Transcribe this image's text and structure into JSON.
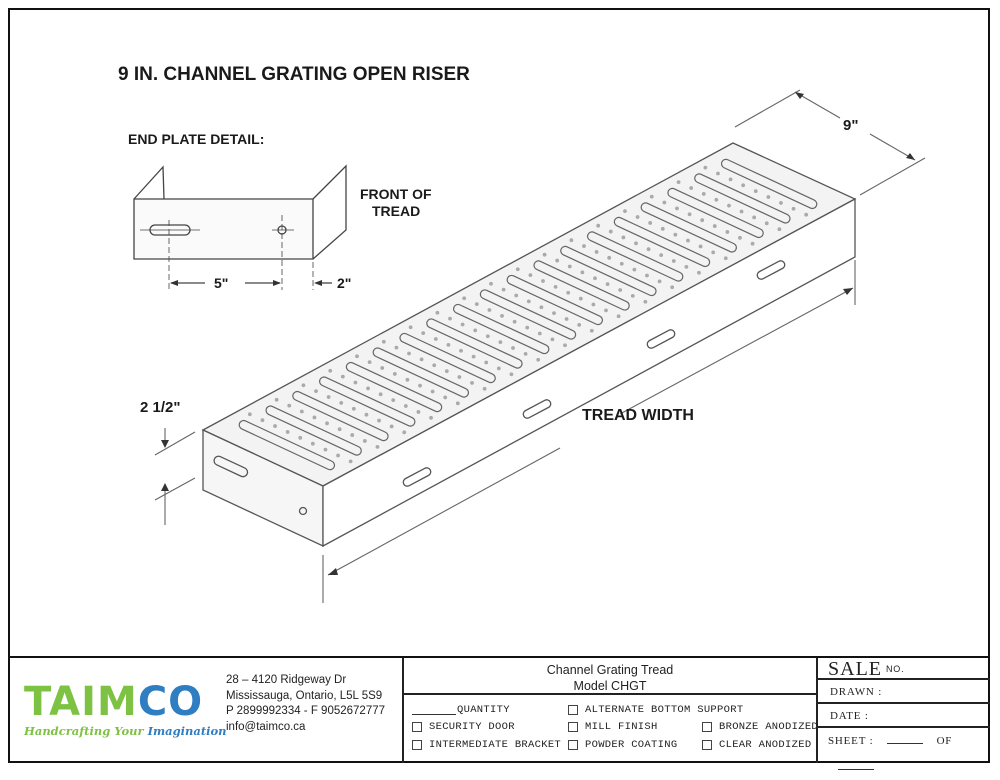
{
  "drawing": {
    "title": "9 IN. CHANNEL GRATING OPEN RISER",
    "end_plate_label": "END PLATE DETAIL:",
    "front_of_tread_line1": "FRONT OF",
    "front_of_tread_line2": "TREAD",
    "dim_5": "5\"",
    "dim_2": "2\"",
    "dim_9": "9\"",
    "dim_height": "2 1/2\"",
    "tread_width": "TREAD WIDTH"
  },
  "company": {
    "logo_part1": "TAIM",
    "logo_part2": "CO",
    "tagline_part1": "Handcrafting Your",
    "tagline_part2": "Imagination",
    "green": "#7dc242",
    "blue": "#2f7ec1",
    "address_line1": "28 – 4120 Ridgeway Dr",
    "address_line2": "Mississauga, Ontario, L5L 5S9",
    "phone_fax": "P 2899992334 - F 9052672777",
    "email": "info@taimco.ca"
  },
  "product": {
    "name": "Channel Grating Tread",
    "model": "Model CHGT"
  },
  "options": {
    "quantity_label": "QUANTITY",
    "alternate_bottom_support": "ALTERNATE BOTTOM SUPPORT",
    "security_door": "SECURITY DOOR",
    "mill_finish": "MILL FINISH",
    "bronze_anodized": "BRONZE ANODIZED",
    "intermediate_bracket": "INTERMEDIATE BRACKET",
    "powder_coating": "POWDER COATING",
    "clear_anodized": "CLEAR ANODIZED"
  },
  "sheet_info": {
    "sale": "SALE",
    "no": "NO.",
    "drawn": "DRAWN :",
    "date": "DATE :",
    "sheet": "SHEET :",
    "of": "OF"
  }
}
